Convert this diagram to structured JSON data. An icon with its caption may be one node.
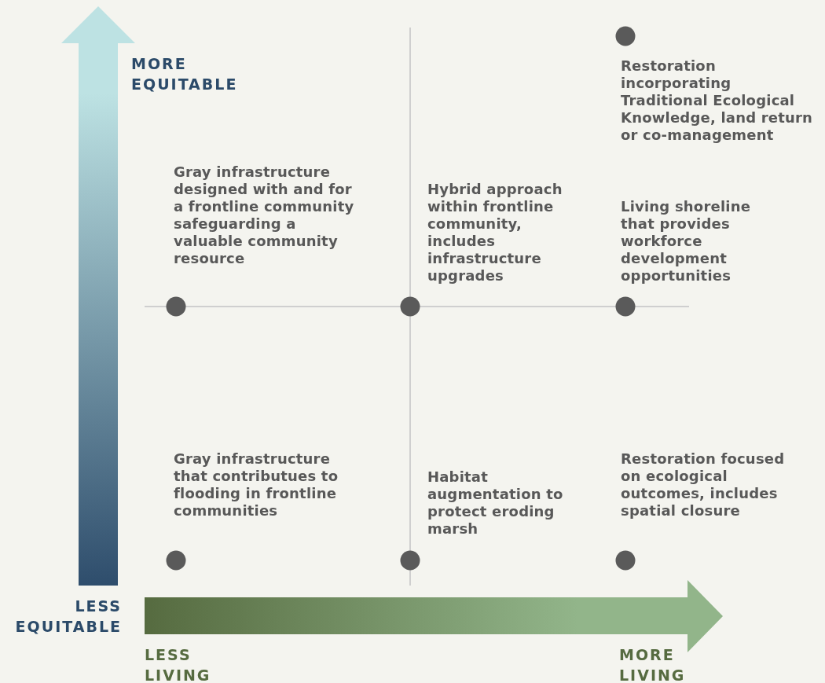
{
  "diagram": {
    "nodes": [
      {
        "text": [],
        "shape": "circle",
        "beside": [
          "Restoration incorporating Traditional Ecological Knowledge, land return or co-management"
        ]
      },
      {
        "text": [],
        "shape": "circle",
        "beside": [
          "Gray infrastructure designed with and for a frontline community safeguarding a valuable community resource"
        ]
      },
      {
        "text": [],
        "shape": "circle",
        "beside": [
          "Hybrid approach within frontline community, includes infrastructure upgrades"
        ]
      },
      {
        "text": [],
        "shape": "circle",
        "beside": [
          "Living shoreline that provides workforce development opportunities"
        ]
      },
      {
        "text": [],
        "shape": "circle",
        "beside": [
          "Gray infrastructure that contributues to flooding in frontline communities"
        ]
      },
      {
        "text": [],
        "shape": "circle",
        "beside": [
          "Habitat augmentation to protect eroding marsh"
        ]
      },
      {
        "text": [],
        "shape": "circle",
        "beside": [
          "Restoration focused on ecological outcomes, includes spatial closure"
        ]
      }
    ],
    "labels": [
      "MORE EQUITABLE",
      "LESS EQUITABLE",
      "LESS LIVING",
      "MORE LIVING"
    ]
  }
}
